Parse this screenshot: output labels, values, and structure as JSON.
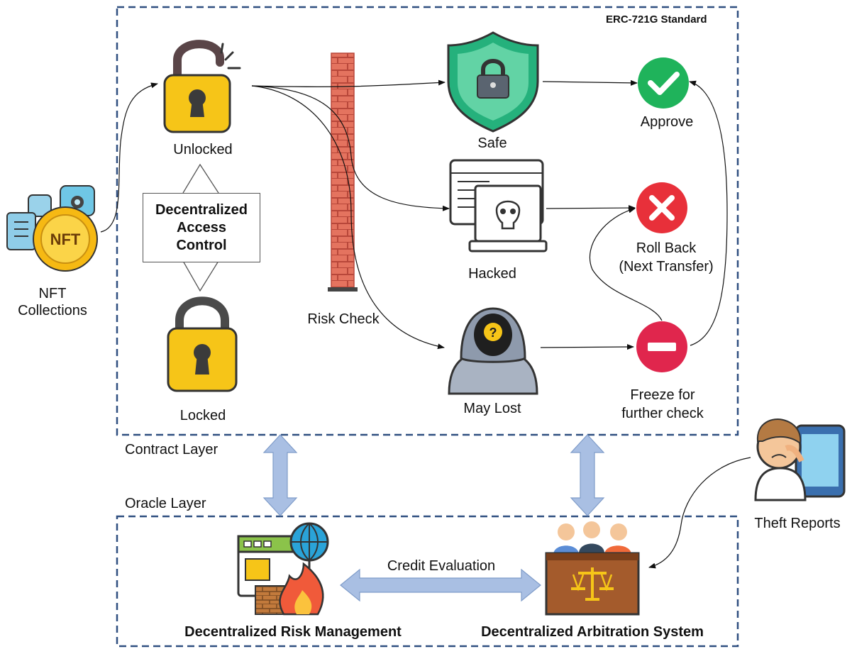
{
  "contract_layer": {
    "standard_label": "ERC-721G Standard",
    "layer_label": "Contract Layer",
    "access_control": [
      "Decentralized",
      "Access",
      "Control"
    ],
    "unlocked_label": "Unlocked",
    "locked_label": "Locked",
    "risk_check_label": "Risk Check",
    "states": {
      "safe": "Safe",
      "hacked": "Hacked",
      "may_lost": "May Lost"
    },
    "outcomes": {
      "approve": "Approve",
      "roll_back": [
        "Roll Back",
        "(Next Transfer)"
      ],
      "freeze": [
        "Freeze for",
        "further check"
      ]
    }
  },
  "nft_collections": [
    "NFT",
    "Collections"
  ],
  "theft_reports": "Theft Reports",
  "oracle_layer": {
    "layer_label": "Oracle Layer",
    "risk_management": "Decentralized Risk Management",
    "arbitration": "Decentralized Arbitration System",
    "credit_evaluation": "Credit Evaluation"
  },
  "icon_text": {
    "nft_badge": "NFT"
  },
  "colors": {
    "box_border": "#2f4f80",
    "arrow_fill": "#a9bfe3",
    "arrow_stroke": "#7f9cc9",
    "approve_green": "#1fb35b",
    "rollback_red": "#e8303a",
    "freeze_red": "#e0264d",
    "lock_yellow": "#f6c518",
    "brick": "#e4735f"
  }
}
